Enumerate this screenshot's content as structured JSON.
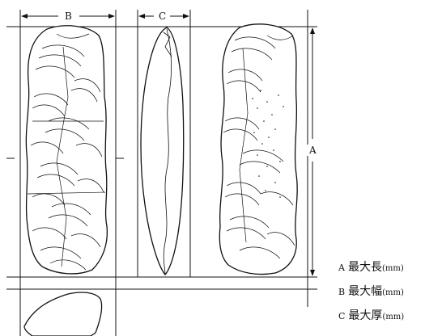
{
  "labels": {
    "dim_a": "A",
    "dim_b": "B",
    "dim_c": "C"
  },
  "legend": [
    {
      "key": "A",
      "text": "最大長",
      "unit": "(mm)"
    },
    {
      "key": "B",
      "text": "最大幅",
      "unit": "(mm)"
    },
    {
      "key": "C",
      "text": "最大厚",
      "unit": "(mm)"
    }
  ],
  "style": {
    "ink": "#111111",
    "paper": "#ffffff"
  }
}
